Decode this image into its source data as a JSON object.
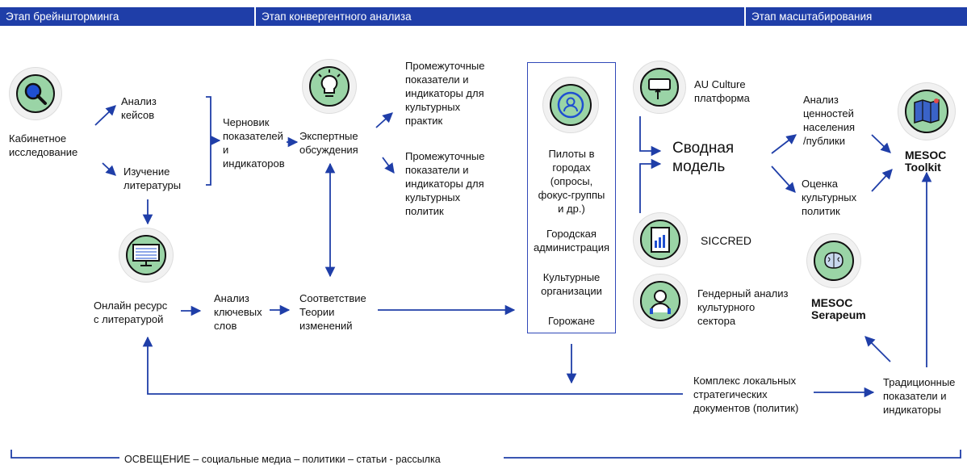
{
  "stages": {
    "brainstorm": "Этап брейншторминга",
    "convergent": "Этап конвергентного анализа",
    "scaling": "Этап масштабирования"
  },
  "nodes": {
    "desk_research": [
      "Кабинетное",
      "исследование"
    ],
    "case_analysis": [
      "Анализ",
      "кейсов"
    ],
    "lit_review": [
      "Изучение",
      "литературы"
    ],
    "draft": [
      "Черновик",
      "показателей",
      "и",
      "индикаторов"
    ],
    "expert": [
      "Экспертные",
      "обсуждения"
    ],
    "inter_practices": [
      "Промежуточные",
      "показатели и",
      "индикаторы для",
      "культурных",
      "практик"
    ],
    "inter_policies": [
      "Промежуточные",
      "показатели и",
      "индикаторы для",
      "культурных",
      "политик"
    ],
    "online_resource": [
      "Онлайн ресурс",
      "с литературой"
    ],
    "keywords": [
      "Анализ",
      "ключевых",
      "слов"
    ],
    "theory": [
      "Соответствие",
      "Теории",
      "изменений"
    ],
    "pilots": [
      "Пилоты в",
      "городах",
      "(опросы,",
      "фокус-группы",
      "и др.)"
    ],
    "city_admin": [
      "Городская",
      "администрация"
    ],
    "cultural_orgs": [
      "Культурные",
      "организации"
    ],
    "citizens": "Горожане",
    "au_culture": [
      "AU Culture",
      "платформа"
    ],
    "summary_model": [
      "Сводная",
      "модель"
    ],
    "siccred": "SICCRED",
    "gender": [
      "Гендерный анализ",
      "культурного",
      "сектора"
    ],
    "values": [
      "Анализ",
      "ценностей",
      "населения",
      "/публики"
    ],
    "policy_eval": [
      "Оценка",
      "культурных",
      "политик"
    ],
    "toolkit": [
      "MESOC",
      "Toolkit"
    ],
    "serapeum": [
      "MESOC",
      "Serapeum"
    ],
    "local_docs": [
      "Комплекс локальных",
      "стратегических",
      "документов (политик)"
    ],
    "traditional": [
      "Традиционные",
      "показатели и",
      "индикаторы"
    ]
  },
  "footer": "ОСВЕЩЕНИЕ – социальные медиа – политики – статьи - рассылка",
  "colors": {
    "header": "#1f3ea8",
    "arrow": "#1f3ea8",
    "icon_fill": "#9ad4a6"
  },
  "icons": [
    "magnifier-icon",
    "lightbulb-icon",
    "person-icon",
    "phone-hand-icon",
    "computer-icon",
    "report-icon",
    "scientist-icon",
    "brain-icon",
    "map-icon"
  ]
}
